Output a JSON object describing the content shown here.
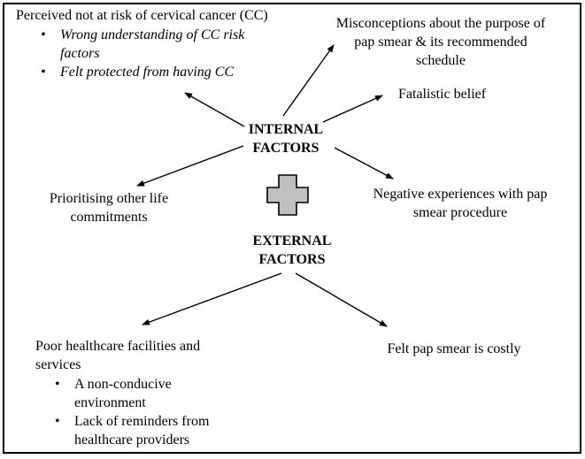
{
  "glyphs": {
    "bullet": "•"
  },
  "colors": {
    "background": "#ffffff",
    "border": "#000000",
    "text": "#000000",
    "arrow": "#000000",
    "cross_fill": "#c0c0c0",
    "cross_stroke": "#000000"
  },
  "icons": {
    "center_icon": "medical-cross"
  },
  "hubs": {
    "internal": {
      "label": "INTERNAL FACTORS"
    },
    "external": {
      "label": "EXTERNAL FACTORS"
    }
  },
  "internal_factors": {
    "perceived_not_at_risk": {
      "title": "Perceived not at risk of cervical cancer (CC)",
      "bullets": [
        "Wrong understanding of CC risk factors",
        "Felt protected from having CC"
      ]
    },
    "misconceptions": {
      "label": "Misconceptions about the purpose of pap smear & its recommended schedule"
    },
    "fatalistic_belief": {
      "label": "Fatalistic belief"
    },
    "prioritising_commitments": {
      "label": "Prioritising other life commitments"
    },
    "negative_experiences": {
      "label": "Negative experiences with pap smear procedure"
    }
  },
  "external_factors": {
    "poor_facilities": {
      "title": "Poor healthcare facilities and services",
      "bullets": [
        "A non-conducive environment",
        "Lack of reminders from healthcare providers"
      ]
    },
    "costly": {
      "label": "Felt pap smear is costly"
    }
  }
}
